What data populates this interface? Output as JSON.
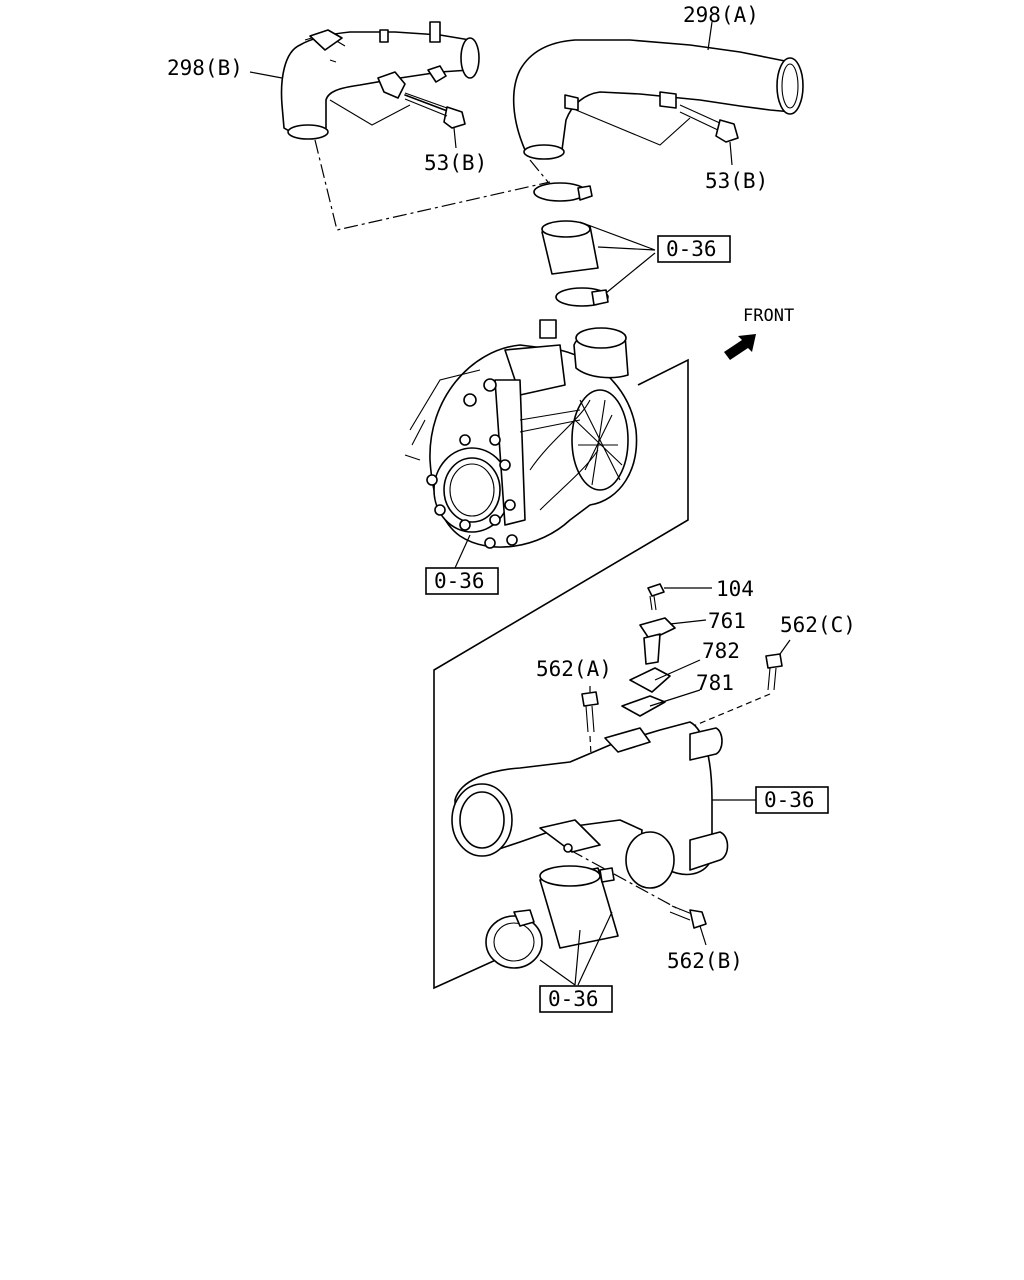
{
  "labels": {
    "pipe_a": "298(A)",
    "pipe_b": "298(B)",
    "bolt_53b_left": "53(B)",
    "bolt_53b_right": "53(B)",
    "ref_hose": "0-36",
    "ref_turbo": "0-36",
    "ref_manifold": "0-36",
    "ref_lower_hose": "0-36",
    "front": "FRONT",
    "bolt_104": "104",
    "bracket_761": "761",
    "gasket_782": "782",
    "gasket_781": "781",
    "bolt_562a": "562(A)",
    "bolt_562b": "562(B)",
    "bolt_562c": "562(C)"
  }
}
